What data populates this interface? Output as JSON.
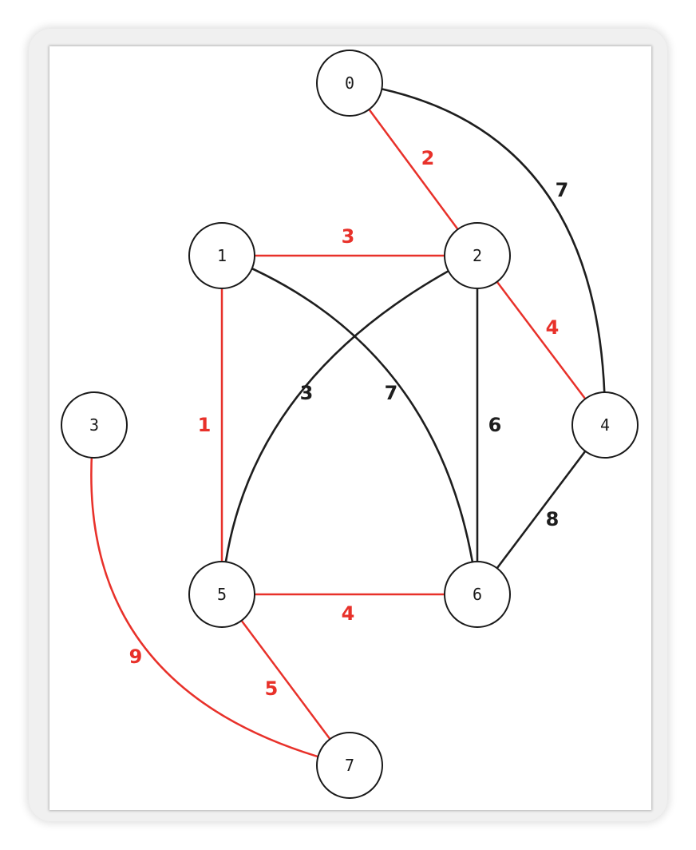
{
  "colors": {
    "tree_edge": "#e8312a",
    "other_edge": "#1e1e1e"
  },
  "graph": {
    "nodes": [
      {
        "id": "0",
        "label": "0"
      },
      {
        "id": "1",
        "label": "1"
      },
      {
        "id": "2",
        "label": "2"
      },
      {
        "id": "3",
        "label": "3"
      },
      {
        "id": "4",
        "label": "4"
      },
      {
        "id": "5",
        "label": "5"
      },
      {
        "id": "6",
        "label": "6"
      },
      {
        "id": "7",
        "label": "7"
      }
    ],
    "edges": [
      {
        "id": "0-2",
        "from": "0",
        "to": "2",
        "weight": "2",
        "in_tree": true
      },
      {
        "id": "0-4",
        "from": "0",
        "to": "4",
        "weight": "7",
        "in_tree": false
      },
      {
        "id": "1-2",
        "from": "1",
        "to": "2",
        "weight": "3",
        "in_tree": true
      },
      {
        "id": "2-4",
        "from": "2",
        "to": "4",
        "weight": "4",
        "in_tree": true
      },
      {
        "id": "1-5",
        "from": "1",
        "to": "5",
        "weight": "1",
        "in_tree": true
      },
      {
        "id": "2-5",
        "from": "2",
        "to": "5",
        "weight": "3",
        "in_tree": false
      },
      {
        "id": "1-6",
        "from": "1",
        "to": "6",
        "weight": "7",
        "in_tree": false
      },
      {
        "id": "2-6",
        "from": "2",
        "to": "6",
        "weight": "6",
        "in_tree": false
      },
      {
        "id": "4-6",
        "from": "4",
        "to": "6",
        "weight": "8",
        "in_tree": false
      },
      {
        "id": "5-6",
        "from": "5",
        "to": "6",
        "weight": "4",
        "in_tree": true
      },
      {
        "id": "5-7",
        "from": "5",
        "to": "7",
        "weight": "5",
        "in_tree": true
      },
      {
        "id": "3-7",
        "from": "3",
        "to": "7",
        "weight": "9",
        "in_tree": true
      }
    ]
  }
}
